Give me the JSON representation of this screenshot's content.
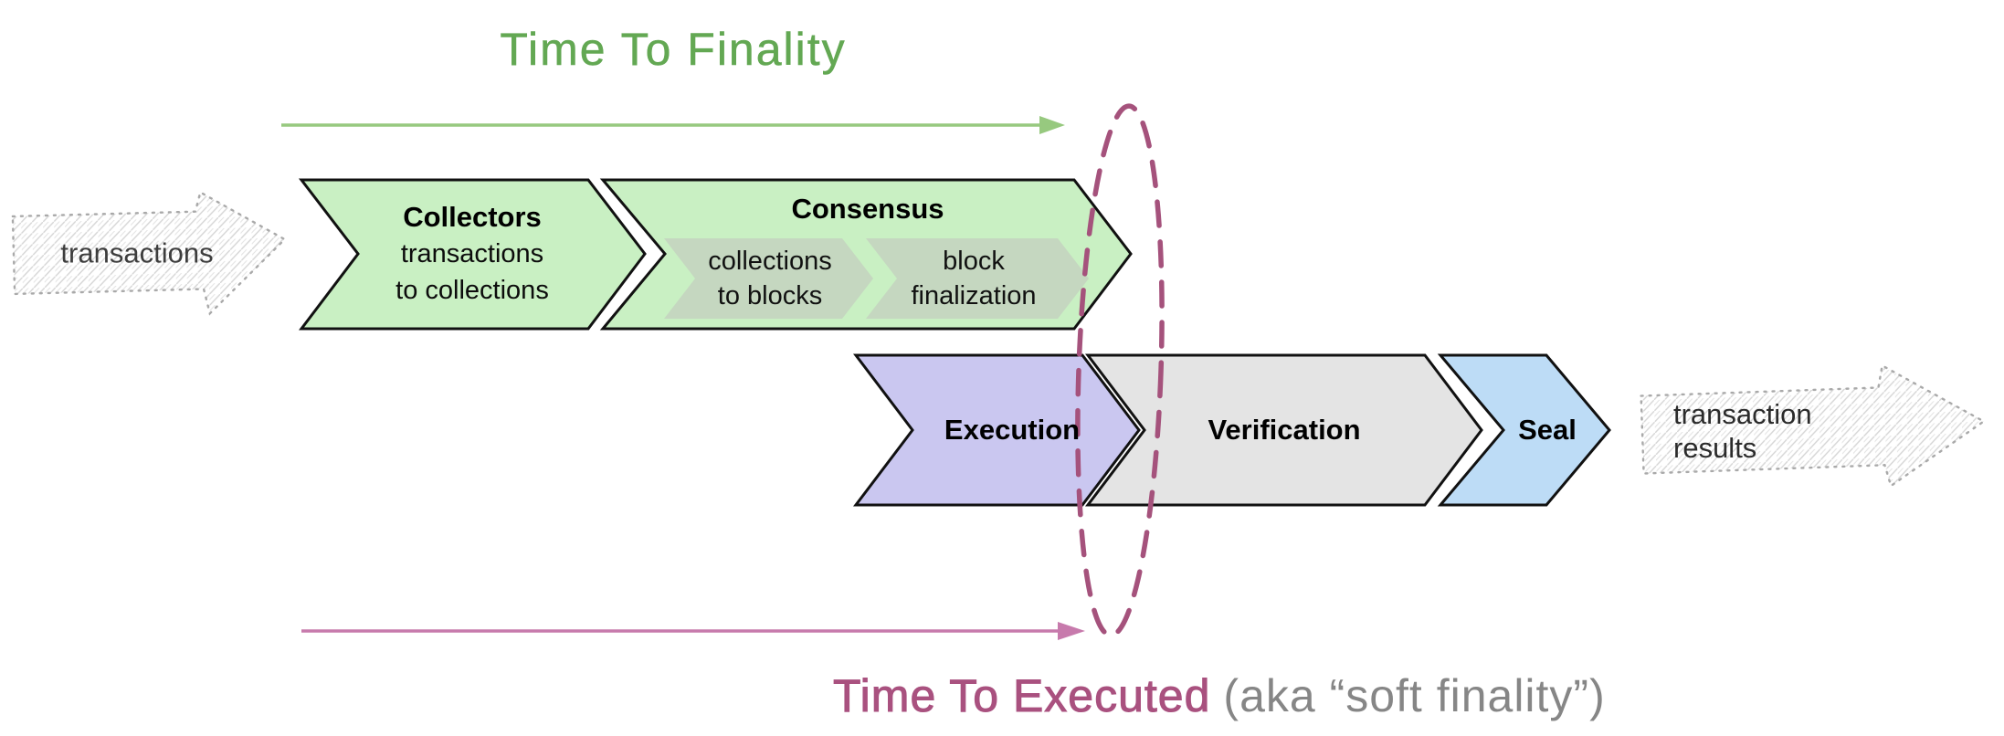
{
  "timelines": {
    "finality_label": "Time To Finality",
    "executed_label": "Time To Executed",
    "executed_suffix": "(aka “soft finality”)"
  },
  "io": {
    "input_label": "transactions",
    "output_label_line1": "transaction",
    "output_label_line2": "results"
  },
  "stages": {
    "collectors": {
      "title": "Collectors",
      "subtitle_line1": "transactions",
      "subtitle_line2": "to collections"
    },
    "consensus": {
      "title": "Consensus",
      "steps": [
        {
          "line1": "collections",
          "line2": "to blocks"
        },
        {
          "line1": "block",
          "line2": "finalization"
        }
      ]
    },
    "execution": {
      "title": "Execution"
    },
    "verification": {
      "title": "Verification"
    },
    "seal": {
      "title": "Seal"
    }
  },
  "colors": {
    "finality_green_text": "#63a853",
    "finality_arrow_green": "#97c97f",
    "stage_fill_green": "#c9f0c3",
    "sub_stage_fill": "#c5d7c0",
    "execution_fill_purple": "#cac7f0",
    "verification_fill_gray": "#e4e4e4",
    "seal_fill_blue": "#bddcf6",
    "outline_black": "#111111",
    "executed_maroon_text": "#a9517f",
    "executed_arrow_pink": "#c77aac",
    "boundary_ellipse_maroon": "#a5527c",
    "suffix_gray_text": "#868686",
    "sketch_arrow_gray": "#a9a9a9"
  }
}
